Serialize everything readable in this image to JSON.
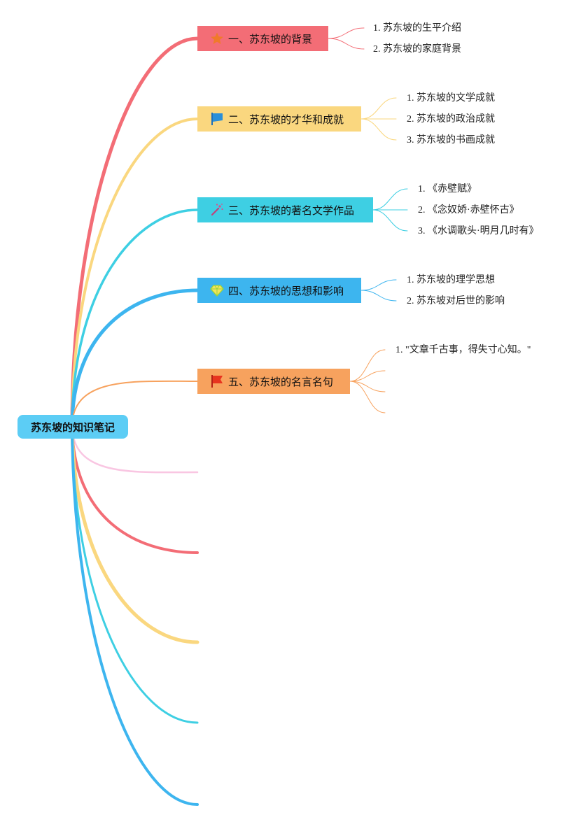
{
  "root": {
    "label": "苏东坡的知识笔记",
    "color": "#5ccdf5"
  },
  "branches": [
    {
      "label": "一、苏东坡的背景",
      "color": "#f36d76",
      "icon": "star-icon",
      "children": [
        "1. 苏东坡的生平介绍",
        "2. 苏东坡的家庭背景"
      ]
    },
    {
      "label": "二、苏东坡的才华和成就",
      "color": "#fad77f",
      "icon": "flag-icon",
      "children": [
        "1. 苏东坡的文学成就",
        "2. 苏东坡的政治成就",
        "3. 苏东坡的书画成就"
      ]
    },
    {
      "label": "三、苏东坡的著名文学作品",
      "color": "#3ecfe3",
      "icon": "magic-wand-icon",
      "children": [
        "1. 《赤壁赋》",
        "2. 《念奴娇·赤壁怀古》",
        "3. 《水调歌头·明月几时有》"
      ]
    },
    {
      "label": "四、苏东坡的思想和影响",
      "color": "#3db5ef",
      "icon": "diamond-icon",
      "children": [
        "1. 苏东坡的理学思想",
        "2. 苏东坡对后世的影响"
      ]
    },
    {
      "label": "五、苏东坡的名言名句",
      "color": "#f7a25e",
      "icon": "red-flag-icon",
      "children": [
        "1. \"文章千古事，得失寸心知。\"",
        "",
        "",
        ""
      ]
    }
  ],
  "extra_branch_colors": [
    "#f9c6e2",
    "#f36d76",
    "#fad77f",
    "#3ecfe3",
    "#3db5ef"
  ]
}
